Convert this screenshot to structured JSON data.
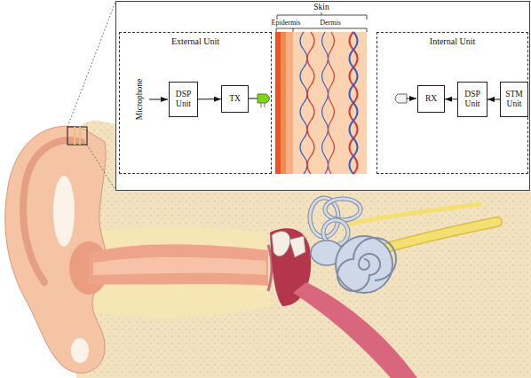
{
  "diagram": {
    "nodes": [
      {
        "text": [
          "External Unit"
        ]
      },
      {
        "text": [
          "DSP Unit"
        ],
        "in": 0
      },
      {
        "text": [
          "TX"
        ],
        "in": 0
      },
      {
        "text": [
          "Internal Unit"
        ]
      },
      {
        "text": [
          "RX"
        ],
        "in": 3
      },
      {
        "text": [
          "DSP Unit"
        ],
        "in": 3
      },
      {
        "text": [
          "STM Unit"
        ],
        "in": 3
      }
    ],
    "edges": [
      {
        "from": 1,
        "to": 2,
        "arrow": "to"
      },
      {
        "from": 6,
        "to": 5,
        "arrow": "to"
      },
      {
        "from": 5,
        "to": 4,
        "arrow": "to"
      }
    ],
    "labels": [
      "Microphone",
      "Skin",
      "Epidermis",
      "Dermis"
    ]
  }
}
